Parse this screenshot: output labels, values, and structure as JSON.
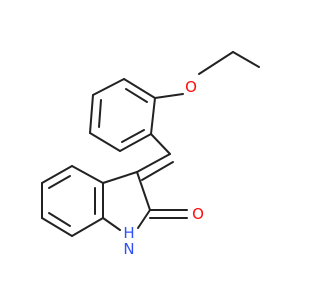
{
  "molecule": {
    "atoms": [
      {
        "id": "O_ether",
        "label": "O",
        "color": "#ff0d0d"
      },
      {
        "id": "O_carbonyl",
        "label": "O",
        "color": "#ff0d0d"
      },
      {
        "id": "N_H",
        "label": "H",
        "color": "#3050f8"
      },
      {
        "id": "N_ring",
        "label": "N",
        "color": "#3050f8"
      }
    ]
  }
}
